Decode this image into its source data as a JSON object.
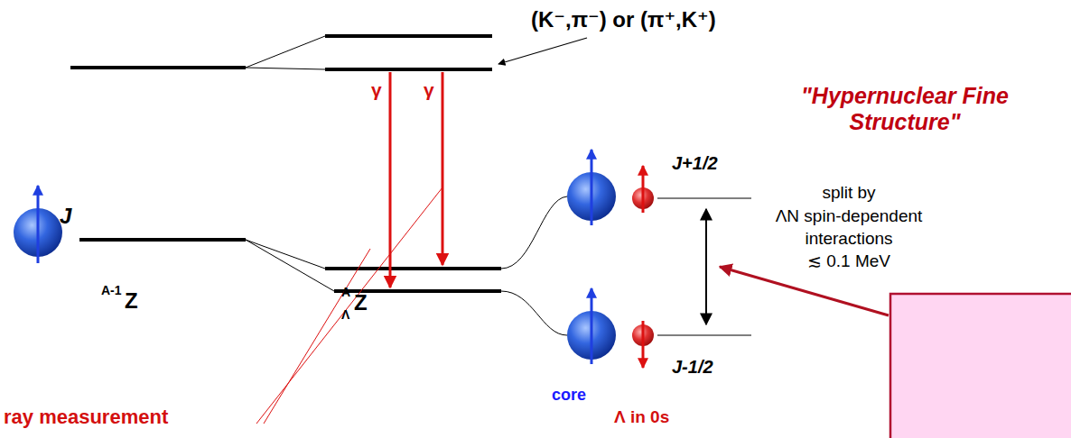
{
  "diagram": {
    "labels": [
      "(K⁻,π⁻) or (π⁺,K⁺)",
      "\"Hypernuclear Fine Structure\"",
      "J",
      "γ",
      "γ",
      "J+1/2",
      "split by",
      "ΛN spin-dependent",
      "interactions",
      "≲ 0.1 MeV",
      "A-1",
      "Z",
      "A",
      "Λ",
      "Z",
      "ray measurement",
      "core",
      "J-1/2",
      "Λ in 0s"
    ]
  }
}
